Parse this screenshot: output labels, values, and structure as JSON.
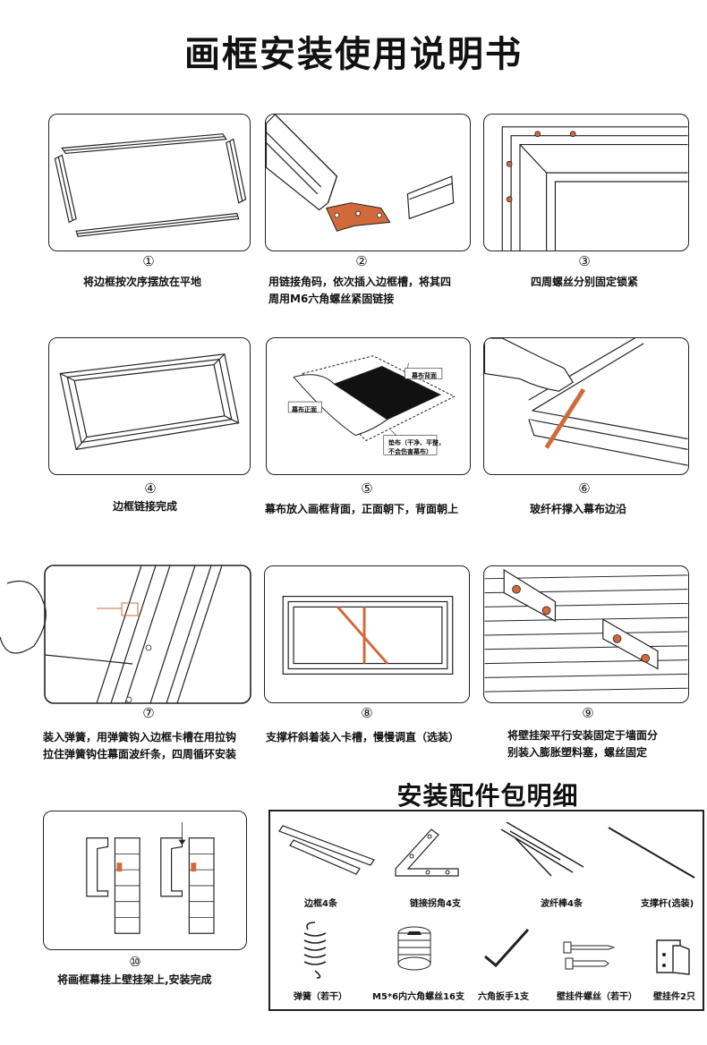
{
  "title": "画框安装使用说明书",
  "steps": [
    {
      "num": "①",
      "caption": "将边框按次序摆放在平地"
    },
    {
      "num": "②",
      "caption_line1": "用链接角码，依次插入边框槽，将其四",
      "caption_line2": "周用M6六角螺丝紧固链接"
    },
    {
      "num": "③",
      "caption": "四周螺丝分别固定锁紧"
    },
    {
      "num": "④",
      "caption": "边框链接完成"
    },
    {
      "num": "⑤",
      "caption": "幕布放入画框背面，正面朝下，背面朝上",
      "labels": {
        "back": "幕布背面",
        "front": "幕布正面",
        "cloth_1": "垫布（干净、平整，",
        "cloth_2": "不会伤害幕布）"
      }
    },
    {
      "num": "⑥",
      "caption": "玻纤杆撑入幕布边沿"
    },
    {
      "num": "⑦",
      "caption_line1": "装入弹簧，用弹簧钩入边框卡槽在用拉钩",
      "caption_line2": "拉住弹簧钩住幕面波纤条，四周循环安装"
    },
    {
      "num": "⑧",
      "caption": "支撑杆斜着装入卡槽，慢慢调直（选装）"
    },
    {
      "num": "⑨",
      "caption_line1": "将壁挂架平行安装固定于墙面分",
      "caption_line2": "别装入膨胀塑料塞，螺丝固定"
    },
    {
      "num": "⑩",
      "caption": "将画框幕挂上壁挂架上,安装完成"
    }
  ],
  "parts_title": "安装配件包明细",
  "parts": [
    {
      "label": "边框4条",
      "icon": "frame-bars-icon"
    },
    {
      "label": "链接拐角4支",
      "icon": "corner-bracket-icon"
    },
    {
      "label": "波纤棒4条",
      "icon": "fiber-rods-icon"
    },
    {
      "label": "支撑杆(选装)",
      "icon": "support-rod-icon"
    },
    {
      "label": "弹簧（若干）",
      "icon": "spring-icon"
    },
    {
      "label": "M5*6内六角螺丝16支",
      "icon": "hex-screw-icon"
    },
    {
      "label": "六角扳手1支",
      "icon": "hex-key-icon"
    },
    {
      "label": "壁挂件螺丝（若干）",
      "icon": "wall-screw-icon"
    },
    {
      "label": "壁挂件2只",
      "icon": "wall-bracket-icon"
    }
  ],
  "colors": {
    "accent": "#d2693a",
    "line": "#222222",
    "screen": "#111111"
  }
}
